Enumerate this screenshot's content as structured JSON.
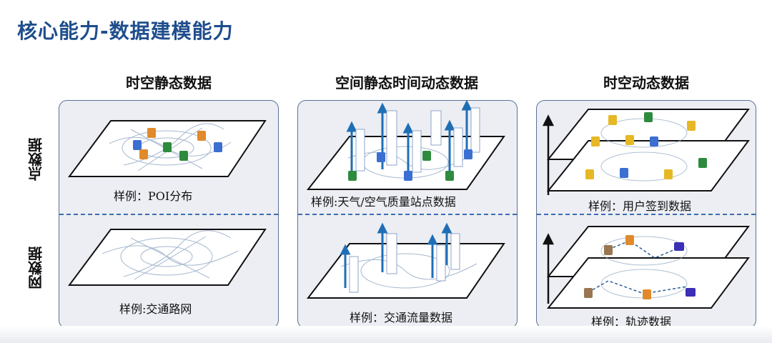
{
  "title": "核心能力-数据建模能力",
  "columns": [
    {
      "header": "时空静态数据"
    },
    {
      "header": "空间静态时间动态数据"
    },
    {
      "header": "时空动态数据"
    }
  ],
  "rows": [
    {
      "label": "点数据"
    },
    {
      "label": "网数据"
    }
  ],
  "captions": {
    "poi": "样例：POI分布",
    "weather": "样例:天气/空气质量站点数据",
    "checkin": "样例：用户签到数据",
    "road": "样例:交通路网",
    "traffic": "样例：交通流量数据",
    "trajectory": "样例：轨迹数据"
  },
  "colors": {
    "title": "#1f4e8c",
    "panel_bg": "#eceef3",
    "divider": "#3b6db3",
    "arrow": "#1f6fb5",
    "marker_blue": "#3b6fd1",
    "marker_orange": "#e08a2c",
    "marker_green": "#2e8b3e",
    "marker_yellow": "#e6b825",
    "marker_brown": "#9a7650",
    "marker_purple": "#3b2fb5"
  },
  "icons": [
    "map-pin-icon",
    "upward-arrow-icon",
    "axis-arrow-icon"
  ]
}
